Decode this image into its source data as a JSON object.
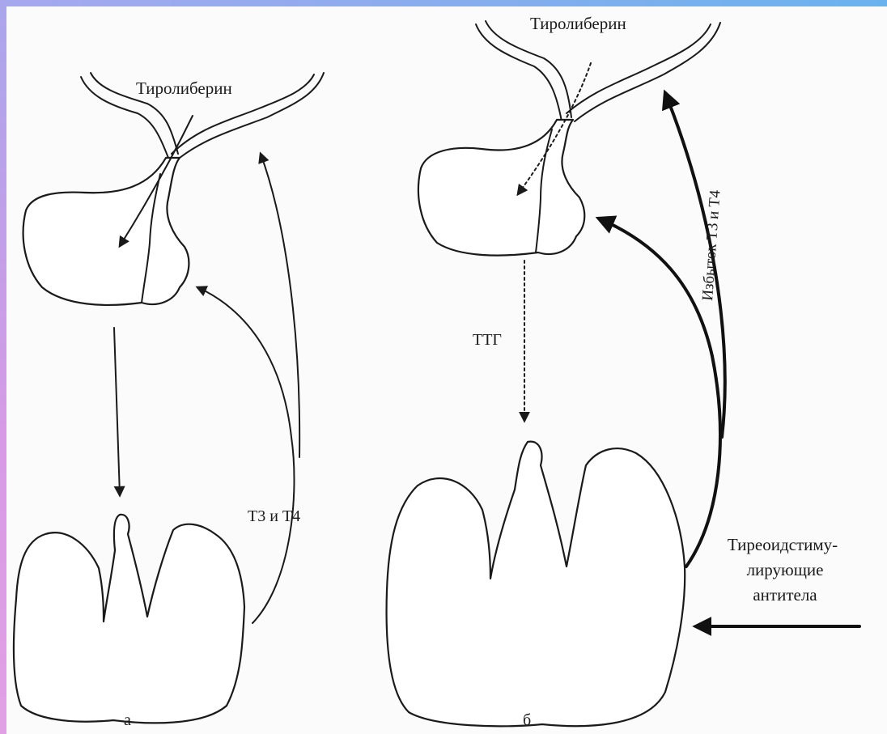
{
  "panel_a": {
    "hypothalamus_label": "Тиролиберин",
    "thyroid_hormones_label": "Т3 и Т4",
    "panel_letter": "а"
  },
  "panel_b": {
    "hypothalamus_label": "Тиролиберин",
    "tsh_label": "ТТГ",
    "excess_hormones_label": "Избыток Т3 и Т4",
    "antibodies_label_lines": [
      "Тиреоидстиму-",
      "лирующие",
      "антитела"
    ],
    "panel_letter": "б"
  },
  "colors": {
    "frame_left": "#c7a4ec",
    "frame_top": "#8fb4ef",
    "ink": "#1a1a1a",
    "paper": "#fbfbfb"
  }
}
